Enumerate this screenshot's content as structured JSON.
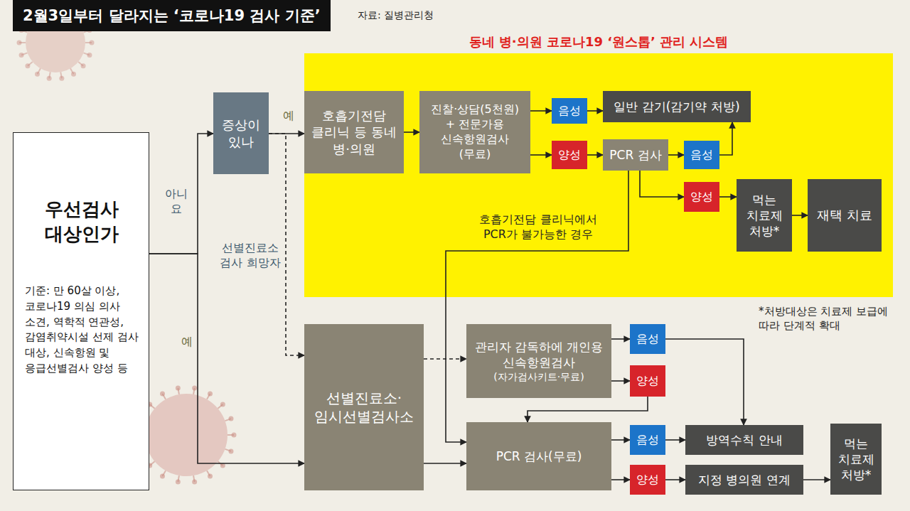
{
  "diagram": {
    "title": "2월3일부터 달라지는 ‘코로나19 검사 기준’",
    "nodes": [
      {
        "text": [
          "우선검사 대상인가",
          "기준: 만 60살 이상, 코로나19 의심 의사 소견, 역학적 연관성, 감염취약시설 선제 검사 대상, 신속항원 및 응급선별검사 양성 등"
        ]
      },
      {
        "text": [
          "증상이 있나"
        ]
      },
      {
        "text": [
          "동네 병·의원 코로나19 ‘원스톱’ 관리 시스템"
        ]
      },
      {
        "text": [
          "호흡기전담 클리닉 등 동네 병·의원"
        ],
        "in": 2
      },
      {
        "text": [
          "진찰·상담(5천원) + 전문가용 신속항원검사(무료)"
        ],
        "in": 2
      },
      {
        "text": [
          "음성"
        ],
        "in": 2
      },
      {
        "text": [
          "일반 감기(감기약 처방)"
        ],
        "in": 2
      },
      {
        "text": [
          "양성"
        ],
        "in": 2
      },
      {
        "text": [
          "PCR 검사"
        ],
        "in": 2
      },
      {
        "text": [
          "음성"
        ],
        "in": 2
      },
      {
        "text": [
          "양성"
        ],
        "in": 2
      },
      {
        "text": [
          "먹는 치료제 처방*"
        ],
        "in": 2
      },
      {
        "text": [
          "재택 치료"
        ],
        "in": 2
      },
      {
        "text": [
          "선별진료소·임시선별검사소"
        ]
      },
      {
        "text": [
          "관리자 감독하에 개인용 신속항원검사",
          "(자가검사키트·무료)"
        ]
      },
      {
        "text": [
          "음성"
        ]
      },
      {
        "text": [
          "양성"
        ]
      },
      {
        "text": [
          "PCR 검사(무료)"
        ]
      },
      {
        "text": [
          "음성"
        ]
      },
      {
        "text": [
          "방역수칙 안내"
        ]
      },
      {
        "text": [
          "양성"
        ]
      },
      {
        "text": [
          "지정 병의원 연계"
        ]
      },
      {
        "text": [
          "먹는 치료제 처방*"
        ]
      }
    ],
    "edges": [
      {
        "from": 0,
        "to": 1,
        "label": "아니요",
        "arrow": "to"
      },
      {
        "from": 0,
        "to": 13,
        "label": "예",
        "arrow": "to"
      },
      {
        "from": 1,
        "to": 13,
        "label": "선별진료소 검사 희망자",
        "arrow": "to"
      },
      {
        "from": 1,
        "to": 3,
        "label": "예",
        "arrow": "to"
      },
      {
        "from": 3,
        "to": 4,
        "arrow": "to"
      },
      {
        "from": 4,
        "to": 5,
        "arrow": "to"
      },
      {
        "from": 5,
        "to": 6,
        "arrow": "to"
      },
      {
        "from": 4,
        "to": 7,
        "arrow": "to"
      },
      {
        "from": 7,
        "to": 8,
        "arrow": "to"
      },
      {
        "from": 8,
        "to": 9,
        "arrow": "to"
      },
      {
        "from": 9,
        "to": 6,
        "arrow": "to"
      },
      {
        "from": 8,
        "to": 10,
        "arrow": "to"
      },
      {
        "from": 10,
        "to": 11,
        "arrow": "to"
      },
      {
        "from": 11,
        "to": 12,
        "arrow": "to"
      },
      {
        "from": 8,
        "to": 17,
        "label": "호흡기전담 클리닉에서 PCR가 불가능한 경우",
        "arrow": "to"
      },
      {
        "from": 13,
        "to": 14,
        "arrow": "to"
      },
      {
        "from": 13,
        "to": 17,
        "arrow": "to"
      },
      {
        "from": 14,
        "to": 15,
        "arrow": "to"
      },
      {
        "from": 14,
        "to": 16,
        "arrow": "to"
      },
      {
        "from": 15,
        "to": 19,
        "arrow": "to"
      },
      {
        "from": 16,
        "to": 17,
        "arrow": "to"
      },
      {
        "from": 17,
        "to": 18,
        "arrow": "to"
      },
      {
        "from": 17,
        "to": 20,
        "arrow": "to"
      },
      {
        "from": 18,
        "to": 19,
        "arrow": "to"
      },
      {
        "from": 20,
        "to": 21,
        "arrow": "to"
      },
      {
        "from": 21,
        "to": 22,
        "arrow": "to"
      }
    ],
    "labels": [
      "자료: 질병관리청",
      "*처방대상은 치료제 보급에 따라 단계적 확대"
    ]
  }
}
